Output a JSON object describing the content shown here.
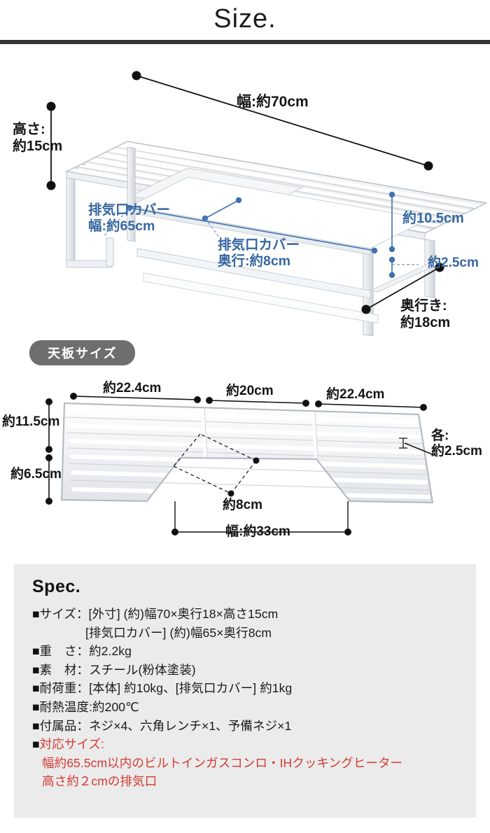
{
  "header": {
    "title": "Size."
  },
  "diagram_main": {
    "name": "product-perspective-diagram",
    "labels": {
      "height": "高さ:\n約15cm",
      "width": "幅:約70cm",
      "depth": "奥行き:\n約18cm",
      "cover_width": "排気口カバー\n幅:約65cm",
      "cover_depth": "排気口カバー\n奥行:約8cm",
      "gap_upper": "約10.5cm",
      "gap_lower": "約2.5cm"
    }
  },
  "section_top_plate": {
    "badge": "天板サイズ",
    "labels": {
      "seg_left": "約22.4cm",
      "seg_center": "約20cm",
      "seg_right": "約22.4cm",
      "height_upper": "約11.5cm",
      "height_lower": "約6.5cm",
      "each_gap": "各:\n約2.5cm",
      "notch_depth": "約8cm",
      "notch_width": "幅:約33cm"
    }
  },
  "spec": {
    "title": "Spec.",
    "rows": [
      {
        "bullet": "■",
        "text": "サイズ：[外寸] (約)幅70×奥行18×高さ15cm",
        "style": "normal"
      },
      {
        "bullet": "",
        "text": "[排気口カバー] (約)幅65×奥行8cm",
        "style": "indent"
      },
      {
        "bullet": "■",
        "text": "重　さ：約2.2kg",
        "style": "normal"
      },
      {
        "bullet": "■",
        "text": "素　材：スチール(粉体塗装)",
        "style": "normal"
      },
      {
        "bullet": "■",
        "text": "耐荷重：[本体] 約10kg、[排気口カバー] 約1kg",
        "style": "normal"
      },
      {
        "bullet": "■",
        "text": "耐熱温度:約200℃",
        "style": "normal"
      },
      {
        "bullet": "■",
        "text": "付属品：ネジ×4、六角レンチ×1、予備ネジ×1",
        "style": "normal"
      },
      {
        "bullet": "■",
        "text": "対応サイズ:",
        "style": "red"
      },
      {
        "bullet": "",
        "text": "幅約65.5cm以内のビルトインガスコンロ・IHクッキングヒーター",
        "style": "red sub"
      },
      {
        "bullet": "",
        "text": "高さ約２cmの排気口",
        "style": "red sub"
      }
    ]
  },
  "colors": {
    "accent_blue": "#36679f",
    "accent_red": "#d33a33",
    "panel_bg": "#ebebeb",
    "badge_bg": "#6e6e6e",
    "rule": "#333333",
    "metal": "#ffffff",
    "metal_shade": "#d8dce0"
  }
}
